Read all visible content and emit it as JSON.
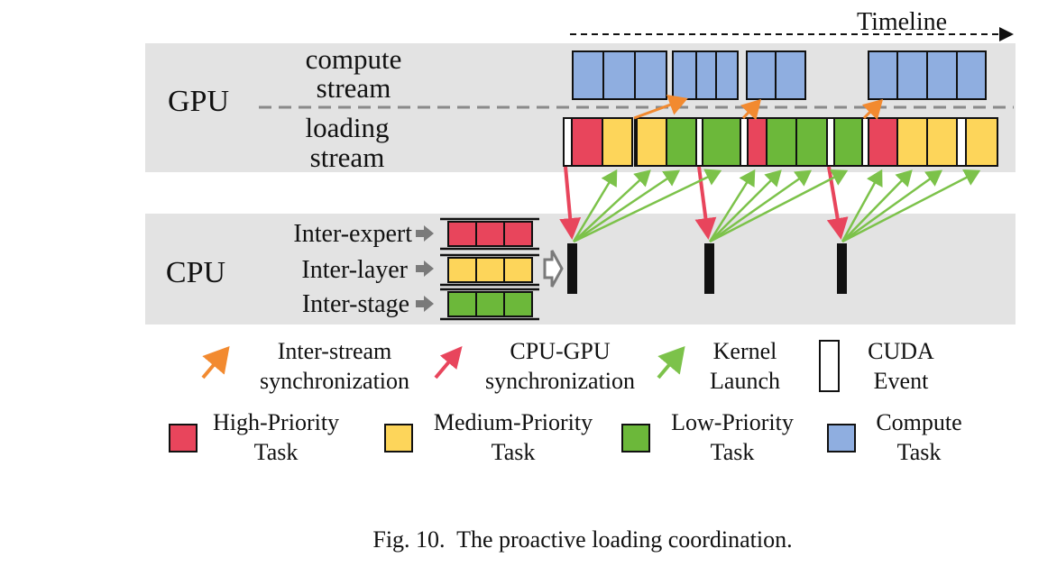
{
  "timeline_label": "Timeline",
  "gpu": {
    "label": "GPU",
    "compute_stream": [
      "compute",
      "stream"
    ],
    "loading_stream": [
      "loading",
      "stream"
    ]
  },
  "cpu": {
    "label": "CPU",
    "queues": [
      {
        "name": "Inter-expert",
        "priority": "high"
      },
      {
        "name": "Inter-layer",
        "priority": "medium"
      },
      {
        "name": "Inter-stage",
        "priority": "low"
      }
    ]
  },
  "legend_row1": [
    {
      "key": "inter-stream",
      "lines": [
        "Inter-stream",
        "synchronization"
      ]
    },
    {
      "key": "cpu-gpu",
      "lines": [
        "CPU-GPU",
        "synchronization"
      ]
    },
    {
      "key": "kernel-launch",
      "lines": [
        "Kernel",
        "Launch"
      ]
    },
    {
      "key": "cuda-event",
      "lines": [
        "CUDA",
        "Event"
      ]
    }
  ],
  "legend_row2": [
    {
      "key": "high",
      "lines": [
        "High-Priority",
        "Task"
      ]
    },
    {
      "key": "medium",
      "lines": [
        "Medium-Priority",
        "Task"
      ]
    },
    {
      "key": "low",
      "lines": [
        "Low-Priority",
        "Task"
      ]
    },
    {
      "key": "compute",
      "lines": [
        "Compute",
        "Task"
      ]
    }
  ],
  "caption": "Fig. 10.  The proactive loading coordination.",
  "colors": {
    "high": "#e8455c",
    "medium": "#fdd55a",
    "low": "#6cb83a",
    "compute": "#8faee0",
    "inter_stream_arrow": "#f28a30",
    "cpu_gpu_arrow": "#e8455c",
    "kernel_arrow": "#7cc24a",
    "panel": "#e3e3e3"
  }
}
